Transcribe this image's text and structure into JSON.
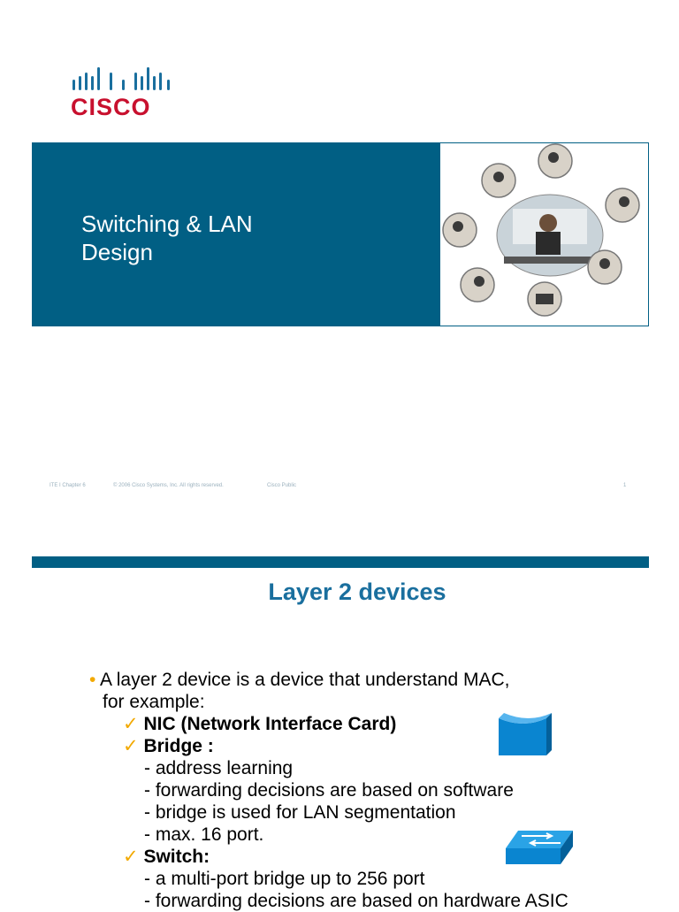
{
  "slide1": {
    "logo_word": "CISCO",
    "title_line1": "Switching & LAN",
    "title_line2": "Design",
    "footer": {
      "course": "ITE I Chapter 6",
      "copyright": "© 2006 Cisco Systems, Inc. All rights reserved.",
      "classification": "Cisco Public",
      "page_number": "1"
    }
  },
  "slide2": {
    "title": "Layer 2 devices",
    "bullet_marker": "•",
    "check_marker": "✓",
    "intro_line1": "A layer 2 device is a device that understand MAC,",
    "intro_line2": "for example:",
    "items": [
      {
        "label": "NIC (Network Interface Card)"
      },
      {
        "label": "Bridge :"
      },
      {
        "label": "Switch:"
      }
    ],
    "bridge_details": [
      "- address learning",
      "- forwarding decisions are based on software",
      "- bridge is used for LAN segmentation",
      "- max. 16 port."
    ],
    "switch_details": [
      "- a multi-port bridge up to 256 port",
      "- forwarding decisions are based on hardware ASIC"
    ]
  },
  "colors": {
    "brand_blue": "#015f84",
    "cisco_red": "#c8102e",
    "title_blue": "#1a6f9e",
    "bullet_gold": "#f2a900"
  },
  "icons": [
    "cisco-bridge-logo-icon",
    "nic-icon",
    "switch-icon"
  ]
}
